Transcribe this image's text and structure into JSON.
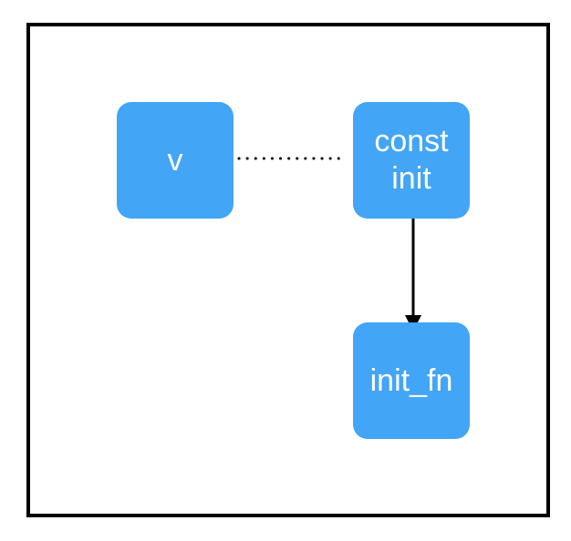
{
  "diagram": {
    "node_color": "#42A5F5",
    "edge_color": "#000000",
    "frame_color": "#000000",
    "nodes": [
      {
        "id": "v",
        "label": "v"
      },
      {
        "id": "const-init",
        "label": "const\ninit"
      },
      {
        "id": "init-fn",
        "label": "init_fn"
      }
    ],
    "edges": [
      {
        "from": "v",
        "to": "const-init",
        "style": "dotted",
        "directed": false
      },
      {
        "from": "const-init",
        "to": "init-fn",
        "style": "solid",
        "directed": true
      }
    ]
  }
}
